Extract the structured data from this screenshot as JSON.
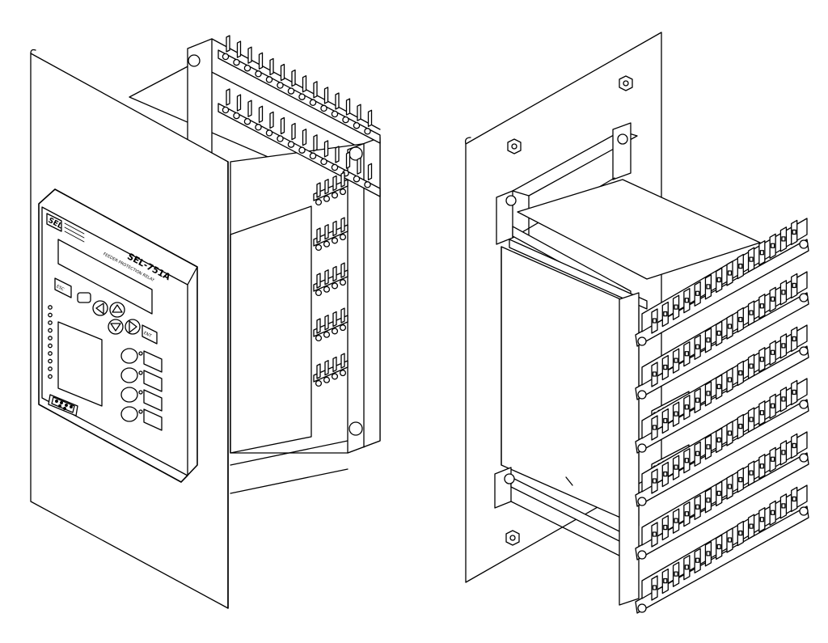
{
  "figure": {
    "front_view": {
      "logo_text": "SEL",
      "model_label": "SEL-751A",
      "model_subtitle": "FEEDER PROTECTION RELAY",
      "buttons": [
        "ESC",
        "ENT"
      ],
      "navigation_icons": [
        "arrow-up-icon",
        "arrow-left-icon",
        "arrow-right-icon",
        "arrow-down-icon"
      ],
      "target_led_count": 10,
      "pushbutton_count": 4
    },
    "rear_view": {
      "terminal_block_rows": 6,
      "terminals_per_row": 14
    }
  }
}
